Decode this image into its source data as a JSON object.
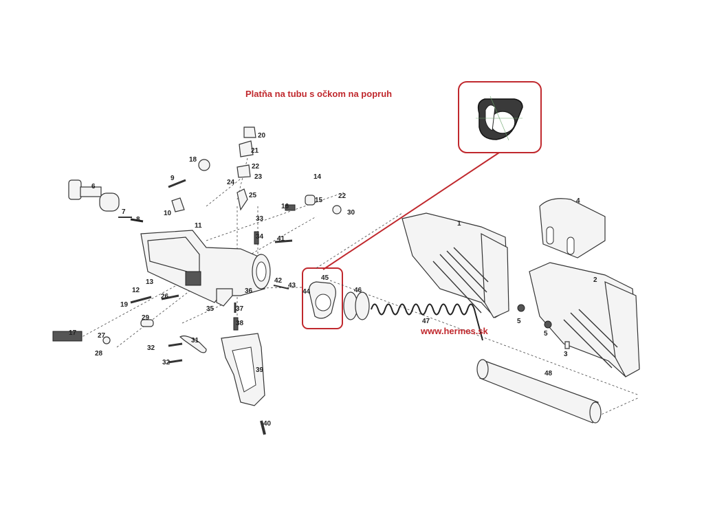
{
  "title": "Platňa na tubu s očkom na popruh",
  "watermark": "www.hermes.sk",
  "accent_color": "#c0282d",
  "callouts": {
    "n1": "1",
    "n2": "2",
    "n3": "3",
    "n4": "4",
    "n5a": "5",
    "n5b": "5",
    "n6": "6",
    "n7": "7",
    "n8": "8",
    "n9": "9",
    "n10": "10",
    "n11": "11",
    "n12": "12",
    "n13": "13",
    "n14": "14",
    "n15": "15",
    "n16": "16",
    "n17": "17",
    "n18": "18",
    "n19": "19",
    "n20": "20",
    "n21": "21",
    "n22a": "22",
    "n22b": "22",
    "n23": "23",
    "n24": "24",
    "n25": "25",
    "n26": "26",
    "n27": "27",
    "n28": "28",
    "n29": "29",
    "n30": "30",
    "n31": "31",
    "n32a": "32",
    "n32b": "32",
    "n33": "33",
    "n34": "34",
    "n35": "35",
    "n36": "36",
    "n37": "37",
    "n38": "38",
    "n39": "39",
    "n40": "40",
    "n41": "41",
    "n42": "42",
    "n43": "43",
    "n44": "44",
    "n45": "45",
    "n46": "46",
    "n47": "47",
    "n48": "48"
  }
}
